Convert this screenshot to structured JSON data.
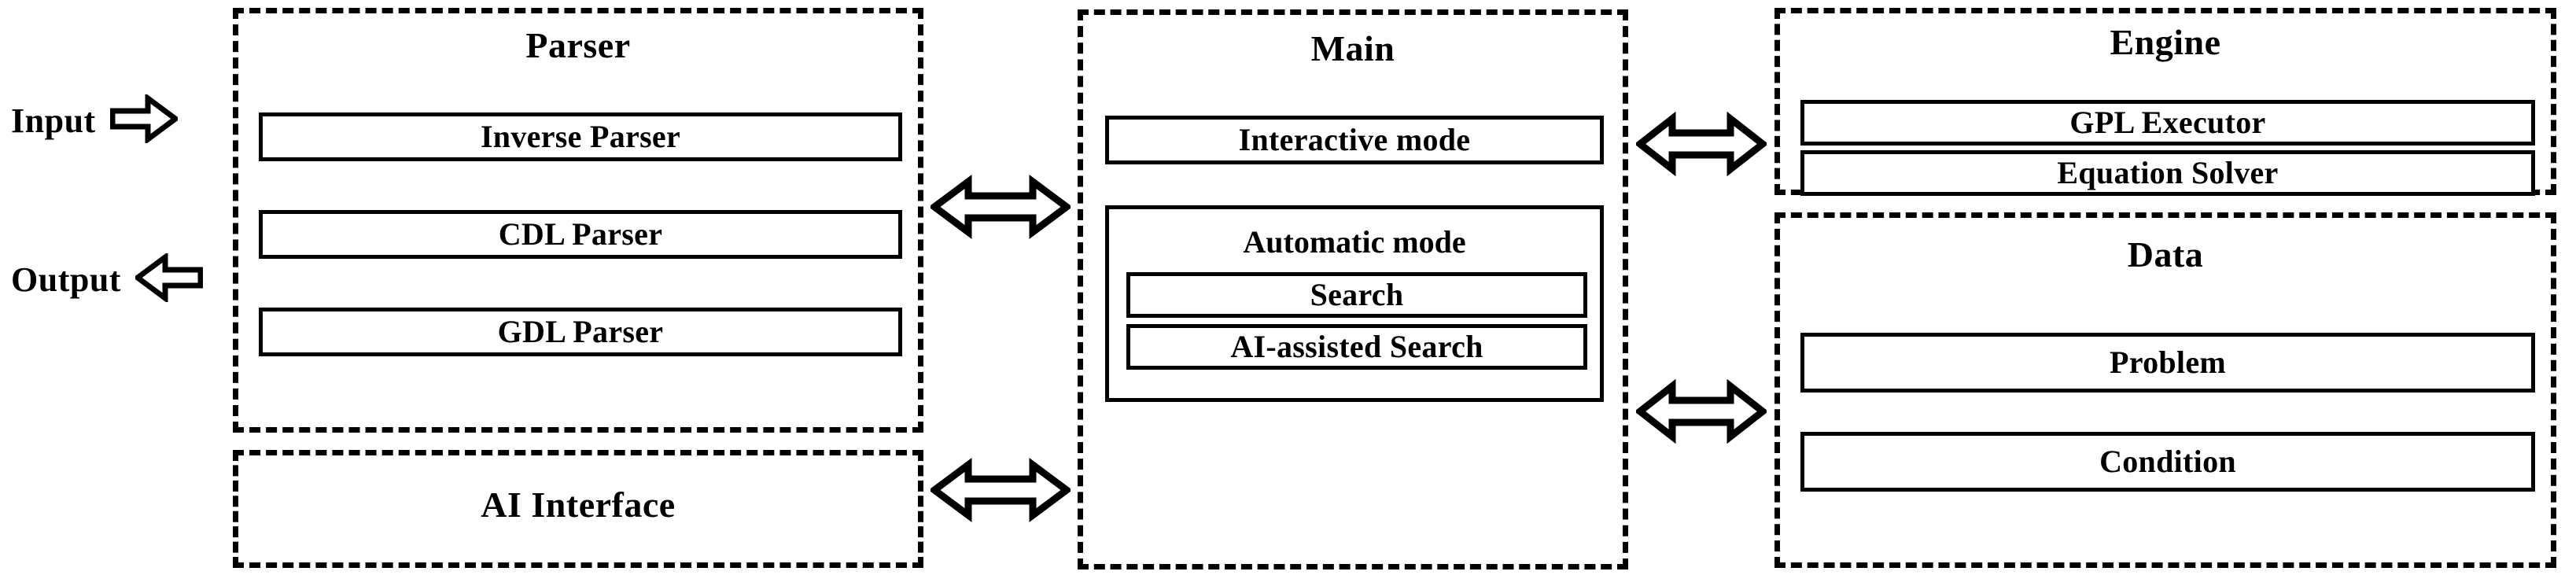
{
  "io": {
    "input_label": "Input",
    "input_icon": "arrow-right-outline-icon",
    "output_label": "Output",
    "output_icon": "arrow-left-outline-icon"
  },
  "panels": {
    "parser": {
      "title": "Parser",
      "items": [
        {
          "label": "Inverse Parser"
        },
        {
          "label": "CDL Parser"
        },
        {
          "label": "GDL Parser"
        }
      ]
    },
    "ai_interface": {
      "title": "AI Interface"
    },
    "main": {
      "title": "Main",
      "interactive": {
        "label": "Interactive mode"
      },
      "automatic": {
        "title": "Automatic mode",
        "items": [
          {
            "label": "Search"
          },
          {
            "label": "AI-assisted Search"
          }
        ]
      }
    },
    "engine": {
      "title": "Engine",
      "items": [
        {
          "label": "GPL Executor"
        },
        {
          "label": "Equation Solver"
        }
      ]
    },
    "data": {
      "title": "Data",
      "items": [
        {
          "label": "Problem"
        },
        {
          "label": "Condition"
        }
      ]
    }
  },
  "connectors": [
    {
      "name": "parser-main",
      "icon": "double-arrow-horizontal-icon"
    },
    {
      "name": "ai-interface-main",
      "icon": "double-arrow-horizontal-icon"
    },
    {
      "name": "main-engine",
      "icon": "double-arrow-horizontal-icon"
    },
    {
      "name": "main-data",
      "icon": "double-arrow-horizontal-icon"
    }
  ],
  "colors": {
    "stroke": "#000000",
    "background": "#ffffff"
  }
}
